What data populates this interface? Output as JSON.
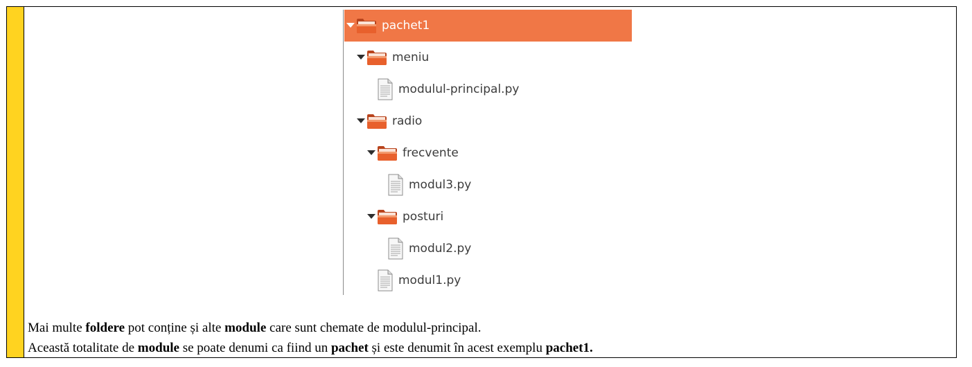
{
  "colors": {
    "accent_bar": "#ffd320",
    "selection": "#f07746",
    "folder": "#e8602c",
    "text": "#3c3c3c"
  },
  "tree": {
    "items": [
      {
        "label": "pachet1",
        "type": "folder",
        "expanded": true,
        "selected": true,
        "depth": 0
      },
      {
        "label": "meniu",
        "type": "folder",
        "expanded": true,
        "selected": false,
        "depth": 1
      },
      {
        "label": "modulul-principal.py",
        "type": "file",
        "selected": false,
        "depth": 2
      },
      {
        "label": "radio",
        "type": "folder",
        "expanded": true,
        "selected": false,
        "depth": 1
      },
      {
        "label": "frecvente",
        "type": "folder",
        "expanded": true,
        "selected": false,
        "depth": 2
      },
      {
        "label": "modul3.py",
        "type": "file",
        "selected": false,
        "depth": 3
      },
      {
        "label": "posturi",
        "type": "folder",
        "expanded": true,
        "selected": false,
        "depth": 2
      },
      {
        "label": "modul2.py",
        "type": "file",
        "selected": false,
        "depth": 3
      },
      {
        "label": "modul1.py",
        "type": "file",
        "selected": false,
        "depth": 2
      }
    ]
  },
  "description": {
    "line1": {
      "t1": "Mai multe ",
      "b1": "foldere",
      "t2": " pot conține și alte ",
      "b2": "module",
      "t3": " care sunt chemate de modulul-principal."
    },
    "line2": {
      "t1": "Această totalitate de ",
      "b1": "module",
      "t2": " se poate denumi ca fiind un ",
      "b2": "pachet",
      "t3": " și este denumit în acest exemplu ",
      "b3": "pachet1."
    }
  }
}
